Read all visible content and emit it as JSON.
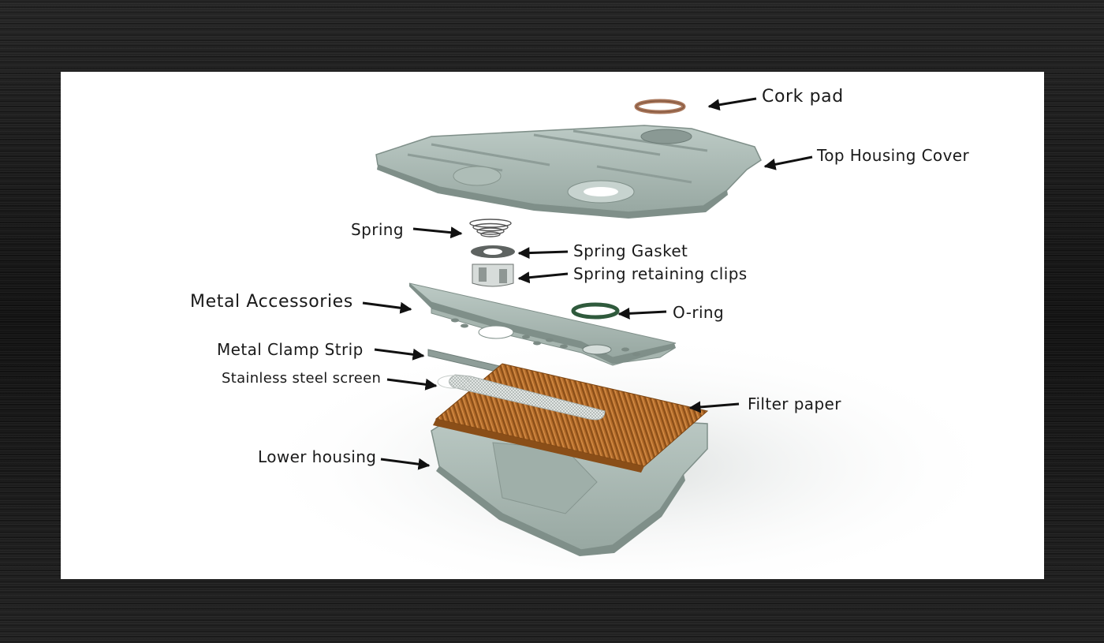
{
  "labels": {
    "cork_pad": "Cork pad",
    "top_housing_cover": "Top Housing Cover",
    "spring": "Spring",
    "spring_gasket": "Spring Gasket",
    "spring_retaining_clips": "Spring retaining clips",
    "metal_accessories": "Metal Accessories",
    "o_ring": "O-ring",
    "metal_clamp_strip": "Metal Clamp Strip",
    "stainless_steel_screen": "Stainless steel screen",
    "filter_paper": "Filter paper",
    "lower_housing": "Lower housing"
  },
  "colors": {
    "background": "#1c1c1c",
    "panel": "#ffffff",
    "housing": "#a9b8b2",
    "housing_dark": "#7f8f89",
    "filter_paper": "#b8702e",
    "cork": "#a8765a",
    "o_ring": "#2f5a3c",
    "arrow": "#111111"
  }
}
